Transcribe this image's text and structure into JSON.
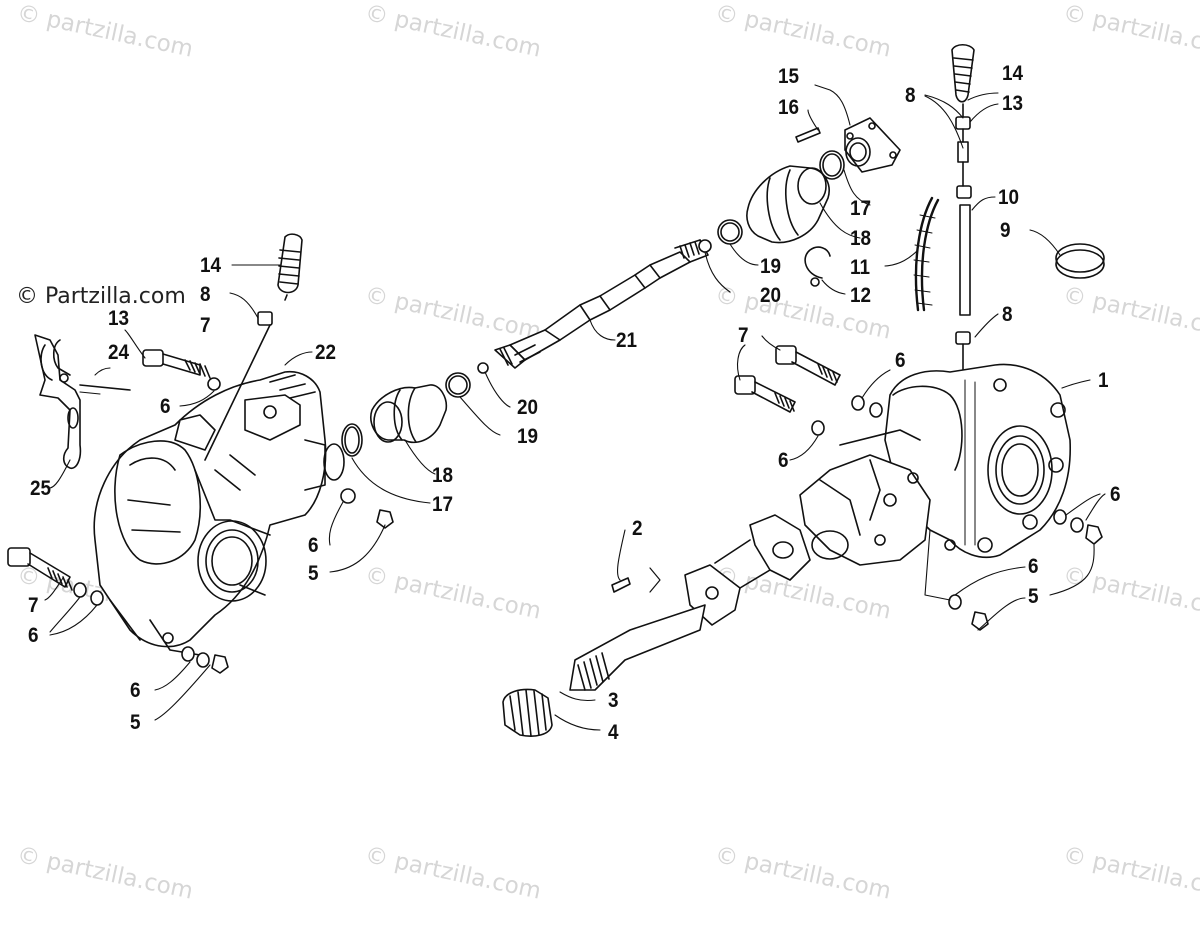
{
  "watermark": "© partzilla.com",
  "copyright": "© Partzilla.com",
  "callouts": {
    "c1": "1",
    "c2": "2",
    "c3": "3",
    "c4": "4",
    "c5a": "5",
    "c5b": "5",
    "c5c": "5",
    "c6a": "6",
    "c6b": "6",
    "c6c": "6",
    "c6d": "6",
    "c6e": "6",
    "c6f": "6",
    "c6g": "6",
    "c6h": "6",
    "c7a": "7",
    "c7b": "7",
    "c7c": "7",
    "c8a": "8",
    "c8b": "8",
    "c8c": "8",
    "c9": "9",
    "c10": "10",
    "c11": "11",
    "c12": "12",
    "c13a": "13",
    "c13b": "13",
    "c14a": "14",
    "c14b": "14",
    "c15": "15",
    "c16": "16",
    "c17a": "17",
    "c17b": "17",
    "c18a": "18",
    "c18b": "18",
    "c19a": "19",
    "c19b": "19",
    "c20a": "20",
    "c20b": "20",
    "c21": "21",
    "c22": "22",
    "c24": "24",
    "c25": "25"
  }
}
